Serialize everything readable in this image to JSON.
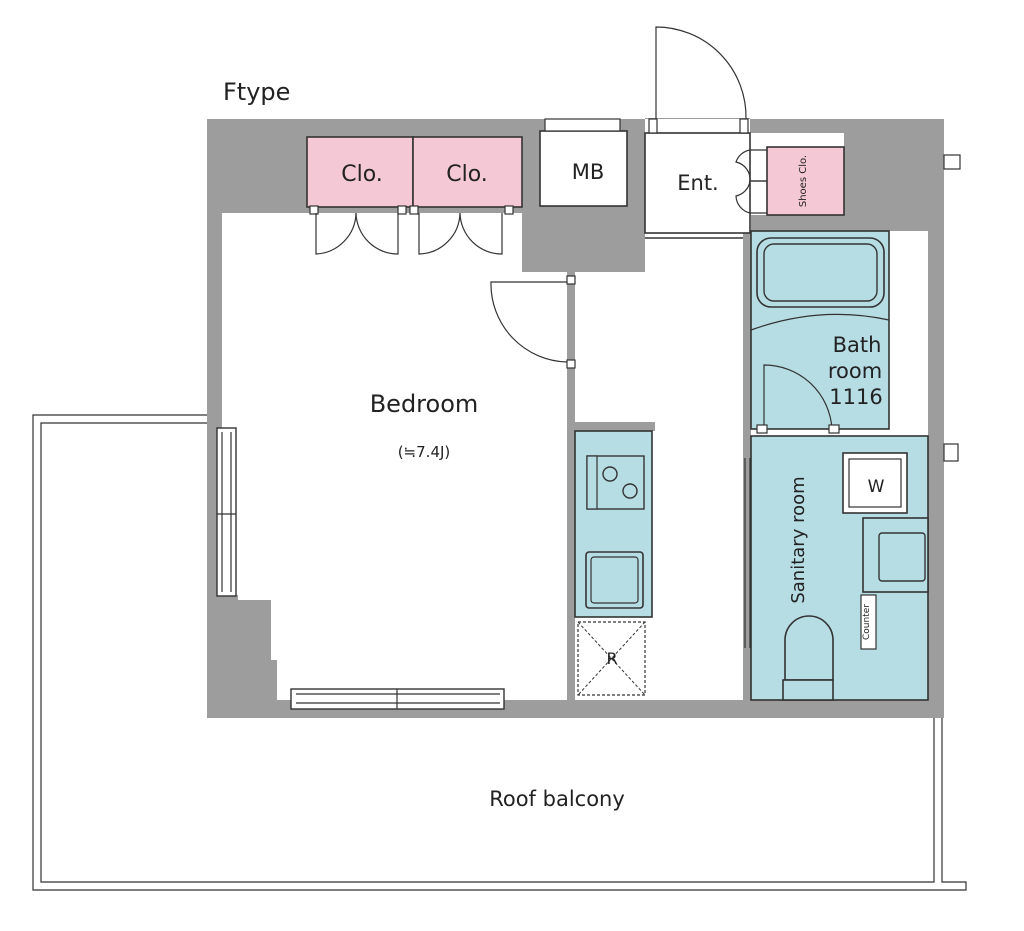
{
  "plan": {
    "type_label": "Ftype",
    "rooms": {
      "closet_1": "Clo.",
      "closet_2": "Clo.",
      "meter_box": "MB",
      "entrance": "Ent.",
      "shoes_closet": "Shoes Clo.",
      "bath_line1": "Bath",
      "bath_line2": "room",
      "bath_line3": "1116",
      "bedroom": "Bedroom",
      "bedroom_size": "(≒7.4J)",
      "sanitary": "Sanitary room",
      "washer": "W",
      "counter": "Counter",
      "fridge": "R",
      "balcony": "Roof balcony"
    }
  }
}
